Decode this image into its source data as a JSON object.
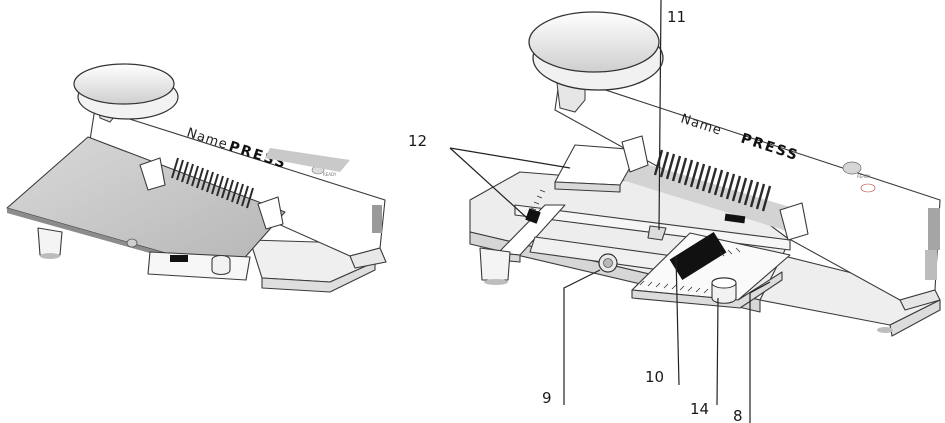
{
  "brand": {
    "name_part": "Name",
    "press_part": "PRESS",
    "button_text": "READY"
  },
  "callouts": [
    {
      "id": "11",
      "text": "11"
    },
    {
      "id": "12",
      "text": "12"
    },
    {
      "id": "9",
      "text": "9"
    },
    {
      "id": "10",
      "text": "10"
    },
    {
      "id": "14",
      "text": "14"
    },
    {
      "id": "8",
      "text": "8"
    }
  ],
  "colors": {
    "body": "#ffffff",
    "base": "#f0f0f0",
    "plate": "#c7c7c7",
    "shadow": "#d8d8d8",
    "ink": "#111111"
  }
}
